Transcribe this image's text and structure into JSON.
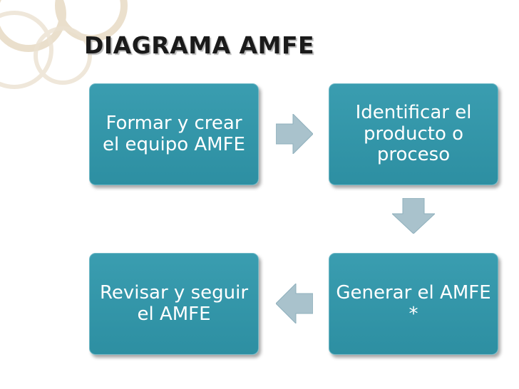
{
  "slide": {
    "title": "DIAGRAMA AMFE"
  },
  "steps": [
    {
      "label": "Formar y crear el equipo AMFE"
    },
    {
      "label": "Identificar el producto o proceso"
    },
    {
      "label": "Generar el AMFE *"
    },
    {
      "label": "Revisar y seguir el AMFE"
    }
  ],
  "colors": {
    "box": "#3399aa",
    "arrow_fill": "#a9c2cc",
    "title_text": "#1a1a1a",
    "decor": "#e9dcc6"
  },
  "icons": {
    "arrow_right": "arrow-right-icon",
    "arrow_down": "arrow-down-icon",
    "arrow_left": "arrow-left-icon"
  }
}
